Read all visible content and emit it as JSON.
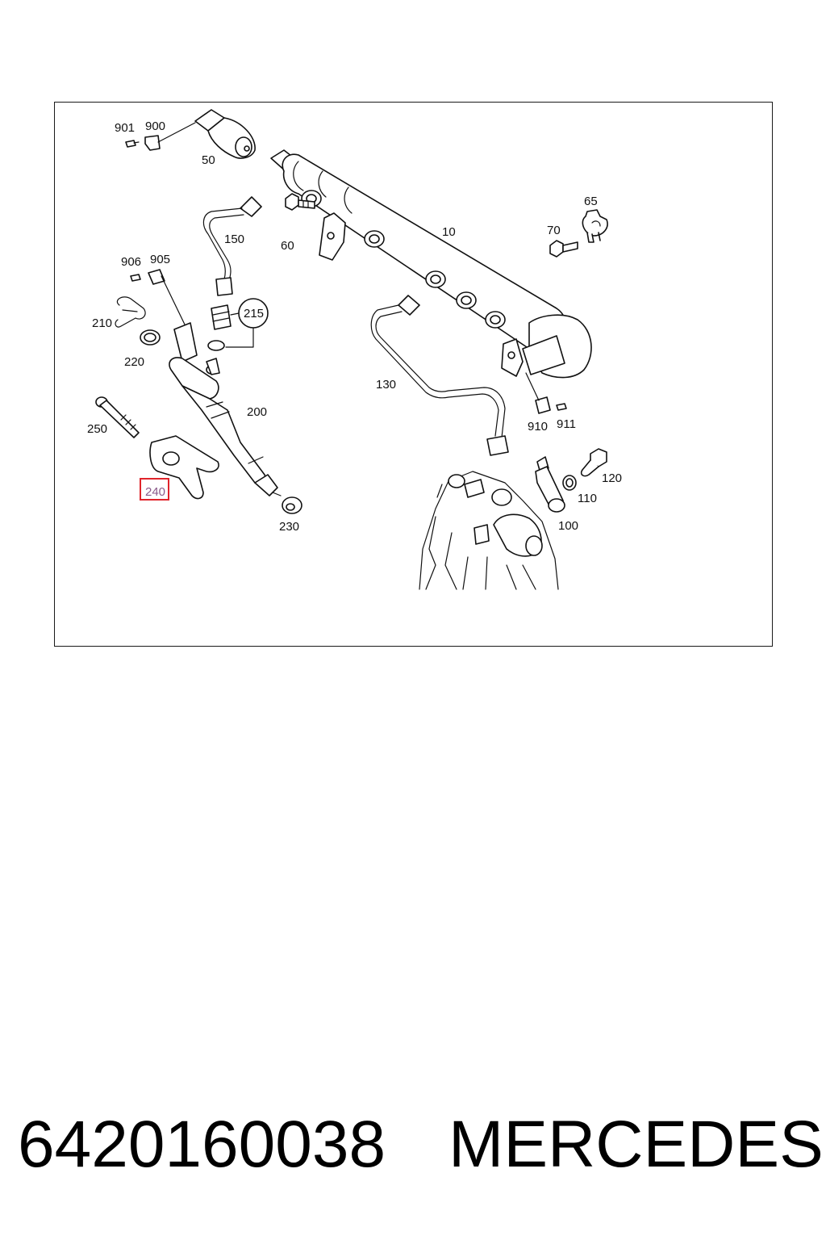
{
  "labels": {
    "l901": "901",
    "l900": "900",
    "l50": "50",
    "l150": "150",
    "l60": "60",
    "l10": "10",
    "l65": "65",
    "l70": "70",
    "l906": "906",
    "l905": "905",
    "l215": "215",
    "l210": "210",
    "l220": "220",
    "l130": "130",
    "l200": "200",
    "l250": "250",
    "l910": "910",
    "l911": "911",
    "l120": "120",
    "l110": "110",
    "l240": "240",
    "l230": "230",
    "l100": "100"
  },
  "highlighted_part": "240",
  "highlight_color": "#e0242b",
  "footer": {
    "part_number": "6420160038",
    "brand": "MERCEDES"
  }
}
